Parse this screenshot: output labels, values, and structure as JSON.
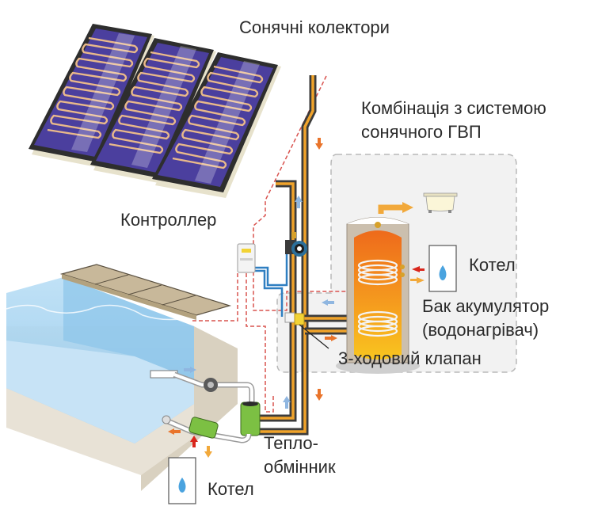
{
  "labels": {
    "solar_collectors": "Сонячні колектори",
    "combo_line1": "Комбінація з системою",
    "combo_line2": "сонячного ГВП",
    "controller": "Контроллер",
    "boiler_top": "Котел",
    "tank_line1": "Бак акумулятор",
    "tank_line2": "(водонагрівач)",
    "valve": "3-ходовий клапан",
    "exchanger_line1": "Тепло-",
    "exchanger_line2": "обмінник",
    "boiler_bottom": "Котел"
  },
  "components": {
    "collectors_count": 3,
    "pool_coping_stones": 4
  },
  "colors": {
    "collector_glass": "#4b3f9e",
    "collector_frame": "#2e2e2e",
    "collector_pipe": "#e9b98a",
    "pipe_orange": "#f0a32b",
    "pipe_dark": "#3c3c3c",
    "control_wire": "#d9534f",
    "signal_wire": "#2f7fc1",
    "water": "#a9d4f0",
    "water_deep": "#8cc4ea",
    "pool_wall": "#e8e2d6",
    "coping": "#c8b89a",
    "exchanger_green": "#7cc043",
    "tank_hot": "#f2731d",
    "tank_warm": "#f8b51c",
    "tank_shell": "#cbbfae",
    "dhw_zone": "#f1f1f1",
    "flame": "#4aa3df",
    "arrow_red": "#d9261c",
    "arrow_orange": "#e9742b",
    "arrow_yellow": "#f2a93b",
    "arrow_blue": "#8fb6e0"
  }
}
